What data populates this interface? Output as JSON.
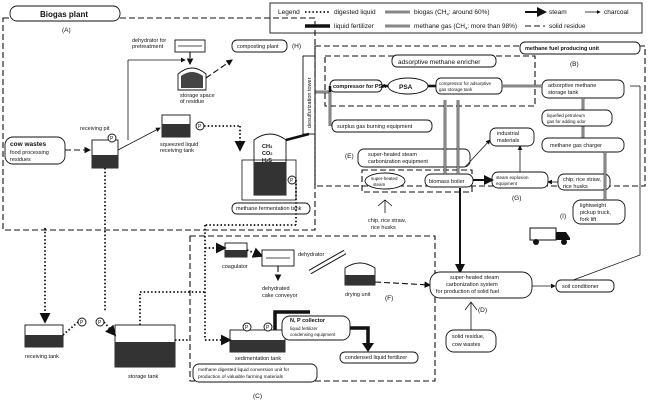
{
  "legend": {
    "title": "Legend",
    "digested_liquid": "digested liquid",
    "biogas": "biogas (CH",
    "biogas_tail": ": around 60%)",
    "steam": "steam",
    "charcoal": "charcoal",
    "liquid_fertilizer": "liquid fertilizer",
    "methane_gas": "methane gas (CH",
    "methane_gas_tail": ": more than 98%)",
    "solid_residue": "solid residue"
  },
  "sections": {
    "A": "(A)",
    "B": "(B)",
    "C": "(C)",
    "D": "(D)",
    "E": "(E)",
    "F": "(F)",
    "G": "(G)",
    "H": "(H)",
    "I": "(I)"
  },
  "labels": {
    "biogas_plant": "Biogas plant",
    "dehydrator_pretreatment": [
      "dehydrator for",
      "pretreatment"
    ],
    "storage_residue": [
      "storage space",
      "of residue"
    ],
    "composting_plant": "composting plant",
    "cow_wastes": [
      "cow wastes",
      "food processing",
      "residues"
    ],
    "receiving_pit": "receiving pit",
    "squeezed_liquid": [
      "squeezed liquid",
      "receiving tank"
    ],
    "desulfurization_tower": "desulfurization tower",
    "gases": [
      "CH",
      "CO",
      "H",
      "S"
    ],
    "methane_fermentation": "methane fermentation tank",
    "surplus_gas": "surplus gas burning equipment",
    "methane_fuel_unit": "methane fuel producing unit",
    "adsorptive_enricher": "adsorptive methane enricher",
    "compressor_psa": "compressor for PSA",
    "psa": "PSA",
    "compressor_storage": [
      "compressor for adsorptive",
      "gas storage tank"
    ],
    "adsorptive_storage": [
      "adsorptive methane",
      "storage tank"
    ],
    "liquefied_petroleum": [
      "liquefied petroleum",
      "gas for adding odor"
    ],
    "methane_charger": "methane gas charger",
    "carbonization_equipment": [
      "super-heated steam",
      "carbonization equipment"
    ],
    "industrial_materials": [
      "industrial",
      "materials"
    ],
    "superheated_steam": [
      "super-heated",
      "steam"
    ],
    "biomass_boiler": "biomass boiler",
    "steam_explosion": [
      "steam explosion",
      "equipment"
    ],
    "chip_rice_right": [
      "chip, rice straw,",
      "rice husks"
    ],
    "chip_rice_left": [
      "chip, rice straw,",
      "rice husks"
    ],
    "lightweight_truck": [
      "lightweight",
      "pickup truck,",
      "fork lift"
    ],
    "receiving_tank": "receiving tank",
    "storage_tank": "storage tank",
    "coagulator": "coagulator",
    "dehydrator": "dehydrator",
    "dehydrated_cake": [
      "dehydrated",
      "cake conveyor"
    ],
    "drying_unit": "drying unit",
    "np_collector": "N, P collector",
    "liquid_fert_equipment": [
      "liquid fertilizer",
      "condensing equipment"
    ],
    "sedimentation_tank": "sedimentation tank",
    "condensed_fert": "condensed liquid fertilizer",
    "conversion_unit": [
      "methane digested liquid conversion unit for",
      "production of valuable farming materials"
    ],
    "carbonization_system": [
      "super-heated steam",
      "carbonization system",
      "for production of solid fuel"
    ],
    "soil_conditioner": "soil conditioner",
    "solid_residue_box": [
      "solid residue,",
      "cow wastes"
    ],
    "pump": "P"
  }
}
